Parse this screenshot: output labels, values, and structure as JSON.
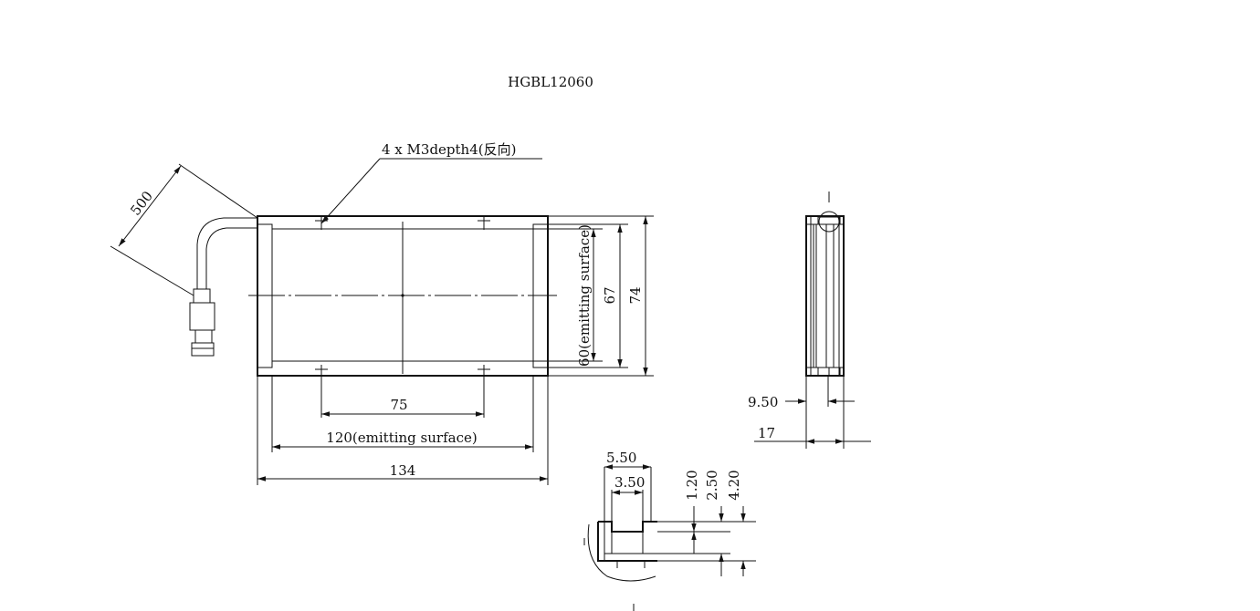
{
  "drawing": {
    "title": "HGBL12060",
    "note": "4 x M3depth4(反向)",
    "dims": {
      "cable_length": "500",
      "hole_spacing": "75",
      "emit_width": "120(emitting surface)",
      "outer_width": "134",
      "emit_height": "60(emitting surface)",
      "inner_height": "67",
      "outer_height": "74",
      "side_inner": "9.50",
      "side_thickness": "17",
      "detail_a": "5.50",
      "detail_b": "3.50",
      "detail_c": "1.20",
      "detail_d": "2.50",
      "detail_e": "4.20"
    }
  }
}
